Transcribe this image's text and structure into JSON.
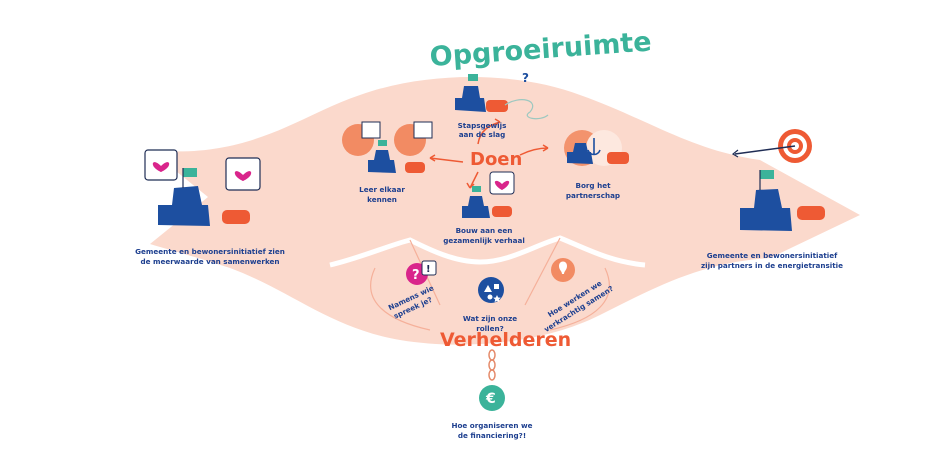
{
  "title": "Opgroeiruimte",
  "doen": "Doen",
  "verhelderen": "Verhelderen",
  "left_label": [
    "Gemeente en bewonersinitiatief zien",
    "de meerwaarde van samenwerken"
  ],
  "right_label": [
    "Gemeente en bewonersinitiatief",
    "zijn partners in de energietransitie"
  ],
  "stapsgewijs": [
    "Stapsgewijs",
    "aan de slag"
  ],
  "leer": [
    "Leer elkaar",
    "kennen"
  ],
  "borg": [
    "Borg het",
    "partnerschap"
  ],
  "bouw": [
    "Bouw aan een",
    "gezamenlijk verhaal"
  ],
  "namens": [
    "Namens wie",
    "spreek je?"
  ],
  "rollen": [
    "Wat zijn onze",
    "rollen?"
  ],
  "hoe_werken": [
    "Hoe werken we",
    "verkrachtig samen?"
  ],
  "financiering": [
    "Hoe organiseren we",
    "de financiering?!"
  ],
  "question_mark": "?",
  "exclamation": "!",
  "colors": {
    "shape": "#fbd9cc",
    "shape_light": "#fde8df",
    "orange": "#ee5a34",
    "blue": "#1d4fa0",
    "teal": "#3bb39a",
    "magenta": "#d9258b"
  }
}
